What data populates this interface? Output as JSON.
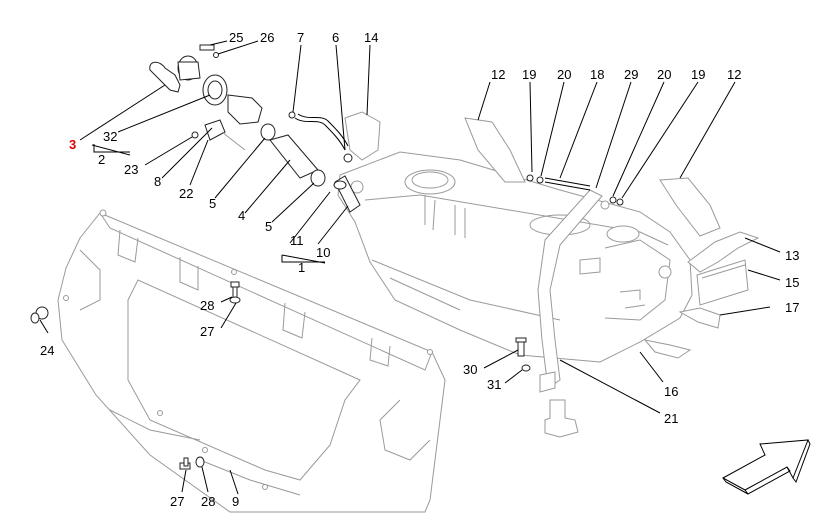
{
  "diagram": {
    "labels": [
      {
        "id": "l25",
        "text": "25"
      },
      {
        "id": "l26",
        "text": "26"
      },
      {
        "id": "l7",
        "text": "7"
      },
      {
        "id": "l6",
        "text": "6"
      },
      {
        "id": "l14",
        "text": "14"
      },
      {
        "id": "l3",
        "text": "3",
        "highlight": true
      },
      {
        "id": "l32",
        "text": "32"
      },
      {
        "id": "l2",
        "text": "2"
      },
      {
        "id": "l23",
        "text": "23"
      },
      {
        "id": "l8",
        "text": "8"
      },
      {
        "id": "l22",
        "text": "22"
      },
      {
        "id": "l5a",
        "text": "5"
      },
      {
        "id": "l4",
        "text": "4"
      },
      {
        "id": "l5b",
        "text": "5"
      },
      {
        "id": "l11",
        "text": "11"
      },
      {
        "id": "l10",
        "text": "10"
      },
      {
        "id": "l1",
        "text": "1"
      },
      {
        "id": "l12a",
        "text": "12"
      },
      {
        "id": "l19a",
        "text": "19"
      },
      {
        "id": "l20a",
        "text": "20"
      },
      {
        "id": "l18",
        "text": "18"
      },
      {
        "id": "l29",
        "text": "29"
      },
      {
        "id": "l20b",
        "text": "20"
      },
      {
        "id": "l19b",
        "text": "19"
      },
      {
        "id": "l12b",
        "text": "12"
      },
      {
        "id": "l13",
        "text": "13"
      },
      {
        "id": "l15",
        "text": "15"
      },
      {
        "id": "l17",
        "text": "17"
      },
      {
        "id": "l16",
        "text": "16"
      },
      {
        "id": "l21",
        "text": "21"
      },
      {
        "id": "l30",
        "text": "30"
      },
      {
        "id": "l31",
        "text": "31"
      },
      {
        "id": "l28a",
        "text": "28"
      },
      {
        "id": "l27a",
        "text": "27"
      },
      {
        "id": "l24",
        "text": "24"
      },
      {
        "id": "l27b",
        "text": "27"
      },
      {
        "id": "l28b",
        "text": "28"
      },
      {
        "id": "l9",
        "text": "9"
      }
    ]
  }
}
